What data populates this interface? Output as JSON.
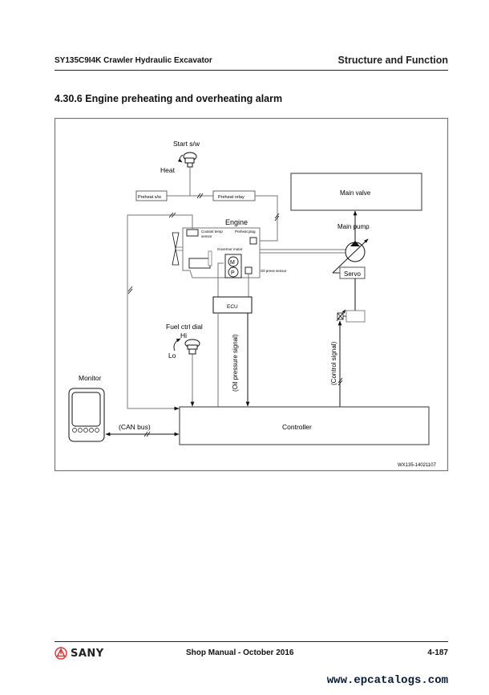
{
  "header": {
    "model": "SY135C9I4K Crawler Hydraulic Excavator",
    "chapter": "Structure and Function"
  },
  "section": {
    "title": "4.30.6  Engine preheating and overheating alarm"
  },
  "diagram": {
    "labels": {
      "start_sw": "Start s/w",
      "heat": "Heat",
      "preheat_sw": "Preheat s/w",
      "preheat_relay": "Preheat relay",
      "engine": "Engine",
      "coolant_temp_sensor_1": "Coolant temp",
      "coolant_temp_sensor_2": "sensor",
      "preheat_plug": "Preheat plug",
      "governor_motor": "Governor motor",
      "motor_m": "M",
      "pump_p": "P",
      "oil_press_sensor": "Oil press sensor",
      "ecu": "ECU",
      "main_valve": "Main valve",
      "main_pump": "Main pump",
      "servo": "Servo",
      "fuel_ctrl_dial": "Fuel ctrl dial",
      "hi": "Hi",
      "lo": "Lo",
      "oil_pressure_signal": "(Oil pressure signal)",
      "control_signal": "(Control signal)",
      "monitor": "Monitor",
      "can_bus": "(CAN bus)",
      "controller": "Controller",
      "figure_id": "WX135-14021107"
    },
    "accent_color": "#e0312b"
  },
  "footer": {
    "brand": "SANY",
    "manual": "Shop Manual - October 2016",
    "page": "4-187",
    "watermark": "www.epcatalogs.com"
  }
}
